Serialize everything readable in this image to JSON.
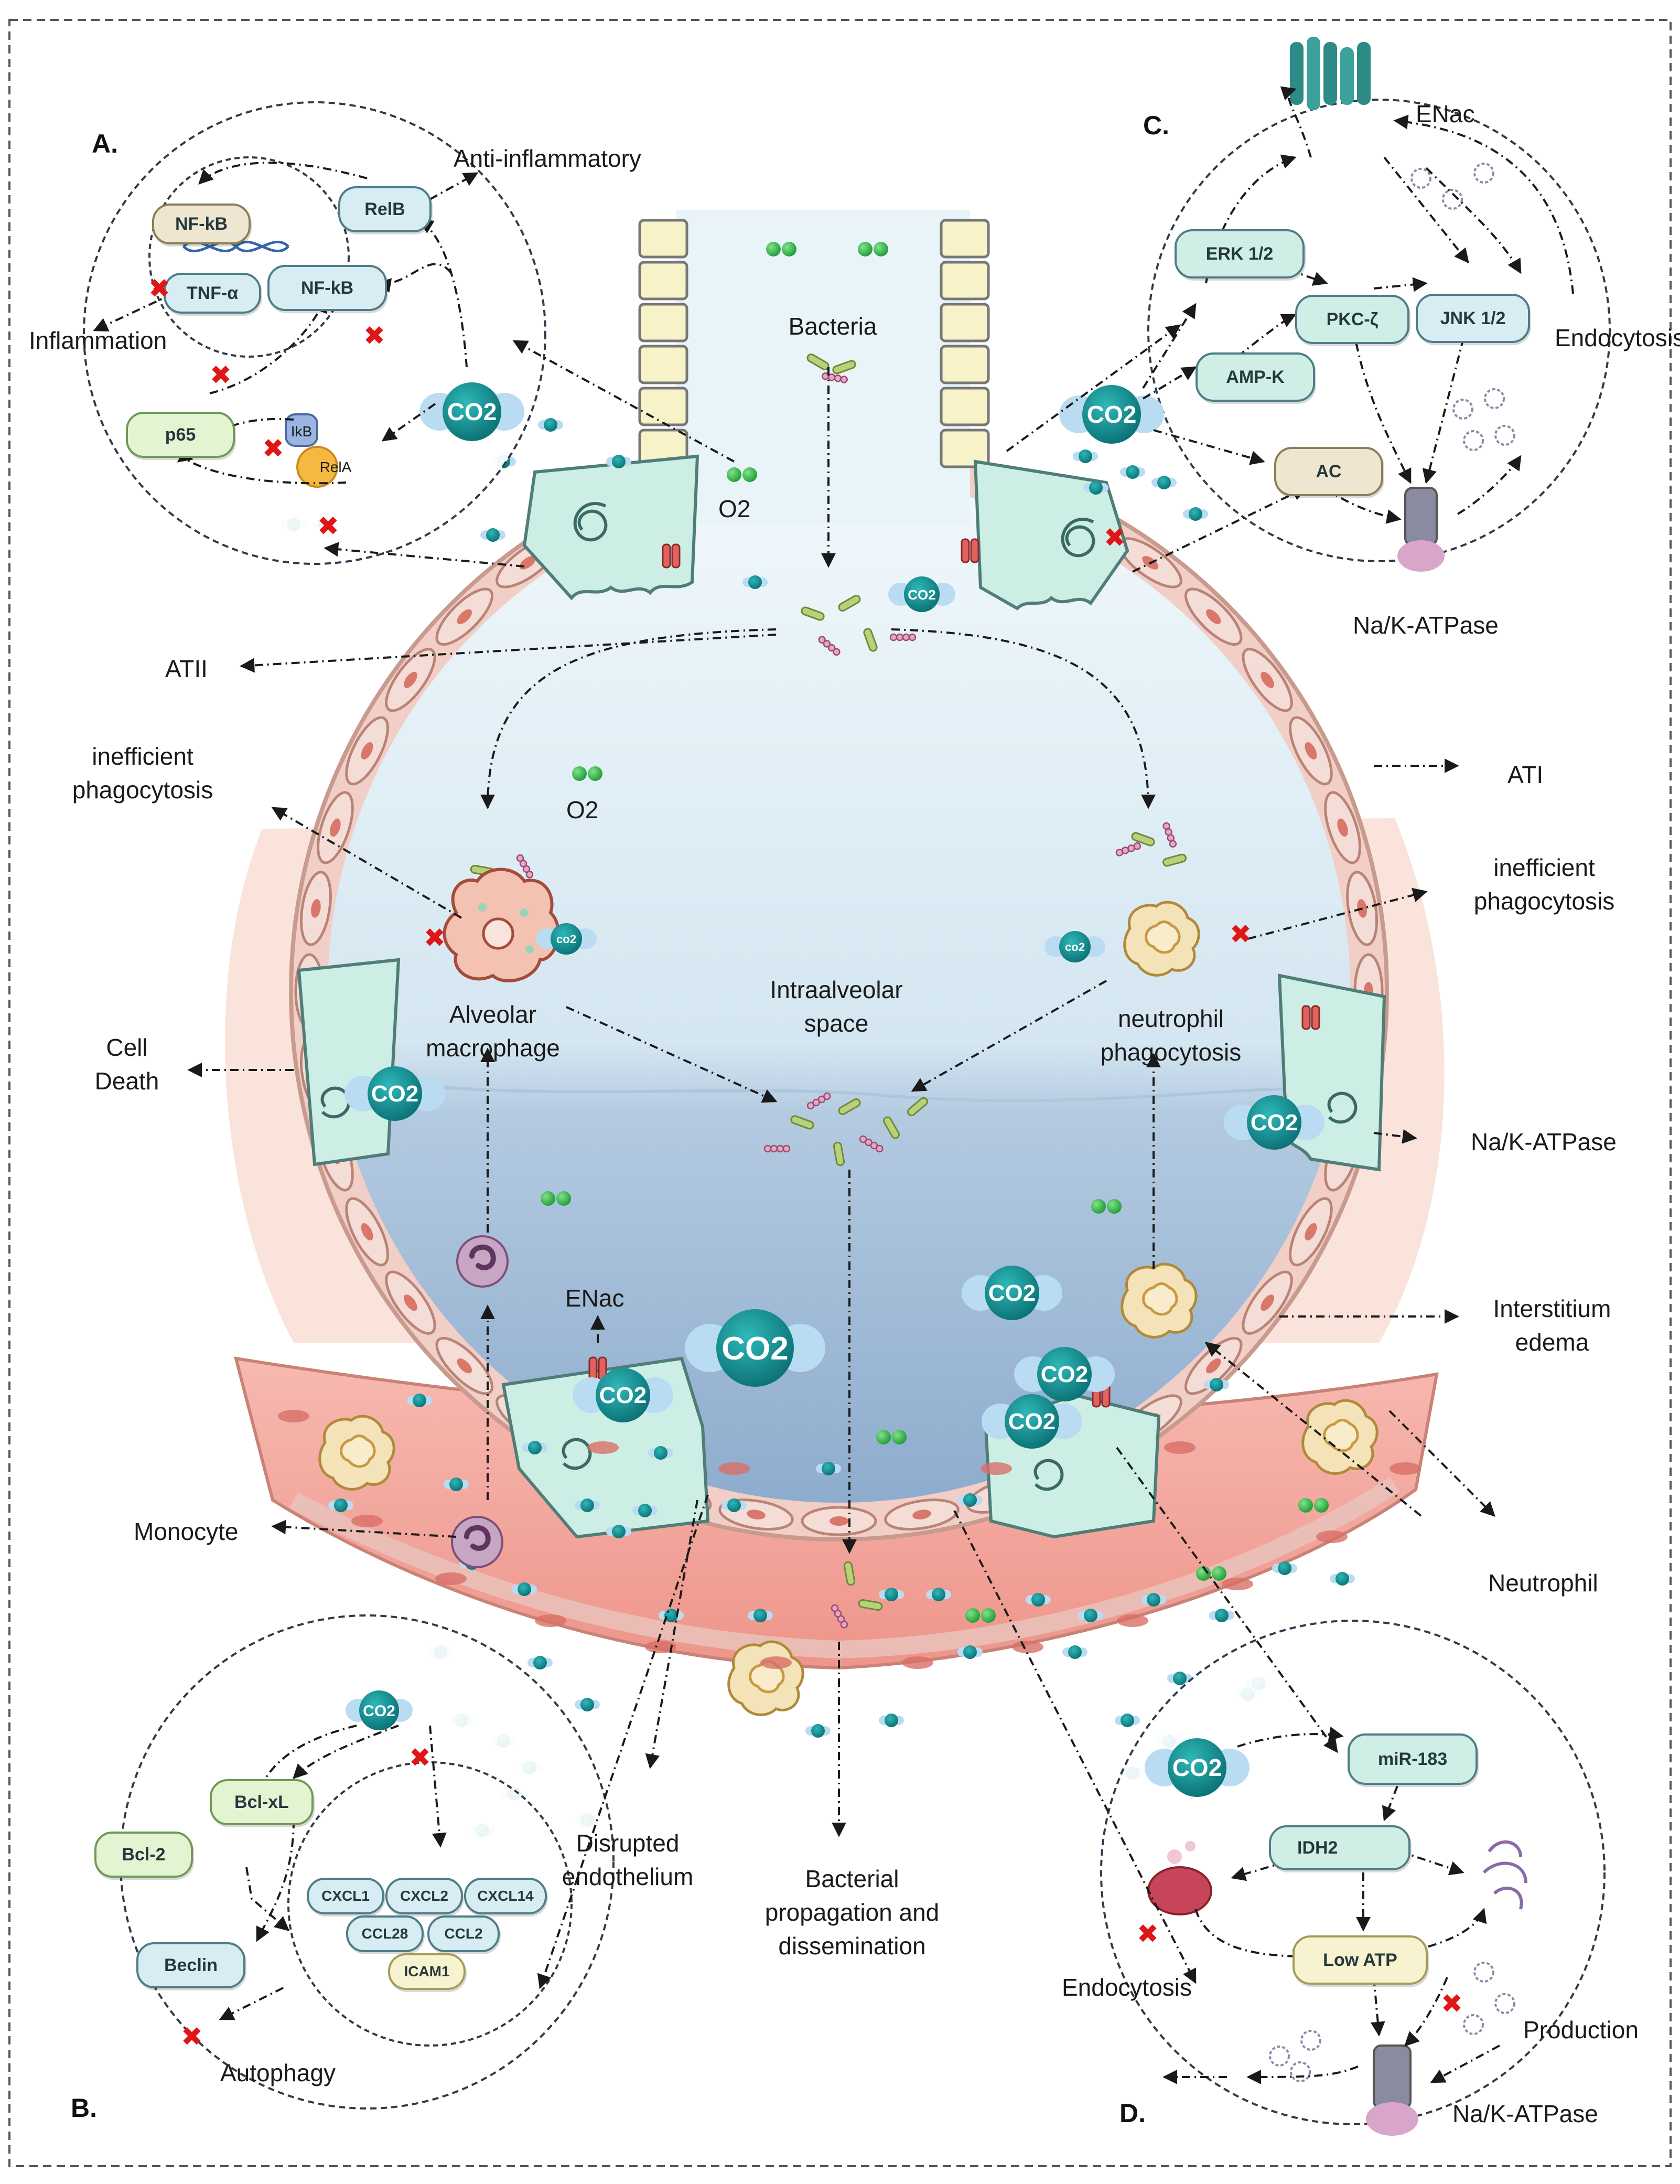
{
  "panels": {
    "a": {
      "letter": "A.",
      "pills": {
        "nfkb_top": "NF-kB",
        "tnf": "TNF-α",
        "nfkb": "NF-kB",
        "relb": "RelB",
        "p65": "p65"
      },
      "ikb": "IkB",
      "rela": "RelA",
      "co2": "CO2",
      "anti_inflammatory": "Anti-inflammatory",
      "inflammation": "Inflammation"
    },
    "b": {
      "letter": "B.",
      "pills": {
        "bcl2": "Bcl-2",
        "bclxl": "Bcl-xL",
        "beclin": "Beclin",
        "cxcl1": "CXCL1",
        "cxcl2": "CXCL2",
        "cxcl14": "CXCL14",
        "ccl28": "CCL28",
        "ccl2": "CCL2",
        "icam1": "ICAM1"
      },
      "co2": "CO2",
      "autophagy": "Autophagy"
    },
    "c": {
      "letter": "C.",
      "pills": {
        "erk": "ERK 1/2",
        "pkc": "PKC-ζ",
        "jnk": "JNK 1/2",
        "ampk": "AMP-K",
        "ac": "AC"
      },
      "co2": "CO2",
      "enac": "ENac",
      "endocytosis": "Endocytosis",
      "na_k_atpase": "Na/K-ATPase"
    },
    "d": {
      "letter": "D.",
      "pills": {
        "mir": "miR-183",
        "idh2": "IDH2",
        "lowatp": "Low ATP"
      },
      "co2": "CO2",
      "endocytosis": "Endocytosis",
      "production": "Production",
      "na_k_atpase": "Na/K-ATPase"
    }
  },
  "labels": {
    "bacteria": "Bacteria",
    "o2_top": "O2",
    "o2_mid": "O2",
    "atii": "ATII",
    "ati": "ATI",
    "inefficient_left": "inefficient phagocytosis",
    "inefficient_right": "inefficient phagocytosis",
    "alveolar_macrophage": "Alveolar macrophage",
    "intraalveolar_space": "Intraalveolar space",
    "neutrophil_phagocytosis": "neutrophil phagocytosis",
    "cell_death": "Cell Death",
    "na_k_atpase_right": "Na/K-ATPase",
    "enac_center": "ENac",
    "interstitium_edema": "Interstitium edema",
    "monocyte": "Monocyte",
    "neutrophil": "Neutrophil",
    "disrupted_endothelium": "Disrupted endothelium",
    "bacterial_propagation": "Bacterial propagation and dissemination",
    "co2": "CO2",
    "co2_small": "co2"
  },
  "colors": {
    "alveolus_top": "#e6f2f8",
    "alveolus_bottom": "#9cb8d6",
    "epithelium": "#f3d3cc",
    "capillary": "#f2a8a0",
    "co2_molecule": "#0e8a8e",
    "o2_molecule": "#2fae45",
    "inhibition": "#e01616",
    "pill_border": "#4f7d86"
  }
}
